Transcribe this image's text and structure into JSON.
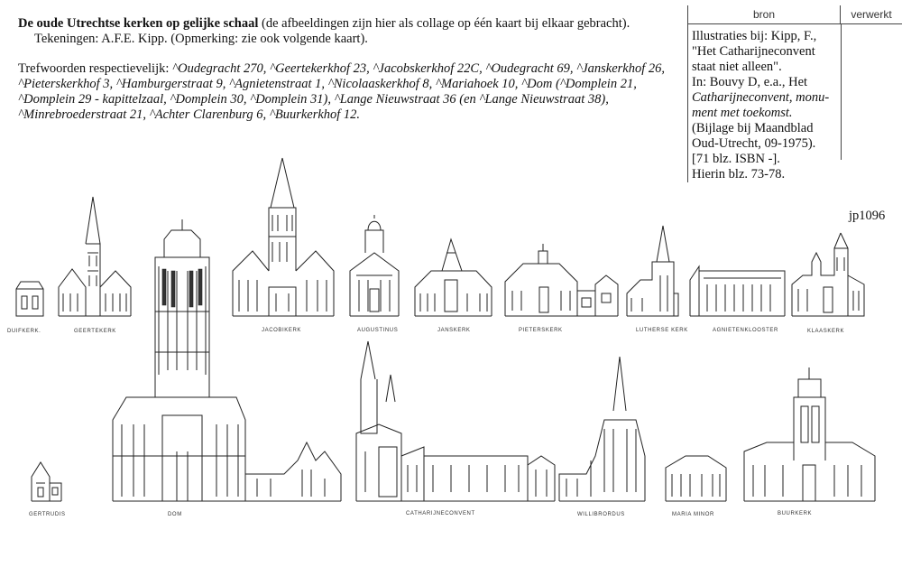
{
  "header": {
    "title_bold": "De oude Utrechtse kerken op gelijke schaal",
    "title_rest": " (de afbeeldingen zijn hier als collage op één kaart bij elkaar gebracht).",
    "drawings": "Tekeningen: A.F.E. Kipp. (Opmerking: zie ook volgende kaart).",
    "keywords_label": "Trefwoorden respectievelijk: ",
    "keywords": "^Oudegracht 270, ^Geertekerkhof 23, ^Jacobskerkhof 22C, ^Oudegracht 69, ^Janskerkhof 26, ^Pieterskerkhof 3, ^Hamburgerstraat 9, ^Agnietenstraat 1, ^Nicolaaskerkhof 8, ^Mariahoek 10, ^Dom (^Domplein 21, ^Domplein 29 - kapittelzaal, ^Domplein 30, ^Domplein 31), ^Lange Nieuwstraat 36 (en ^Lange Nieuwstraat 38), ^Minrebroederstraat 21, ^Achter Clarenburg 6, ^Buurkerkhof 12."
  },
  "source_box": {
    "col_bron": "bron",
    "col_verwerkt": "verwerkt",
    "lines": [
      "Illustraties bij: Kipp, F.,",
      "\"Het Catharijneconvent",
      "staat niet alleen\".",
      "In: Bouvy D, e.a., Het",
      "Catharijneconvent, monu-",
      "ment met toekomst.",
      "(Bijlage bij Maandblad",
      "Oud-Utrecht, 09-1975).",
      "[71  blz. ISBN -].",
      "Hierin blz. 73-78."
    ],
    "code": "jp1096"
  },
  "churches_row1": [
    "DUIFKERK.",
    "GEERTEKERK",
    "JACOBIKERK",
    "AUGUSTINUS",
    "JANSKERK",
    "PIETERSKERK",
    "LUTHERSE KERK",
    "AGNIETENKLOOSTER",
    "KLAASKERK"
  ],
  "churches_row2": [
    "GERTRUDIS",
    "DOM",
    "CATHARIJNECONVENT",
    "WILLIBRORDUS",
    "MARIA MINOR",
    "BUURKERK"
  ]
}
